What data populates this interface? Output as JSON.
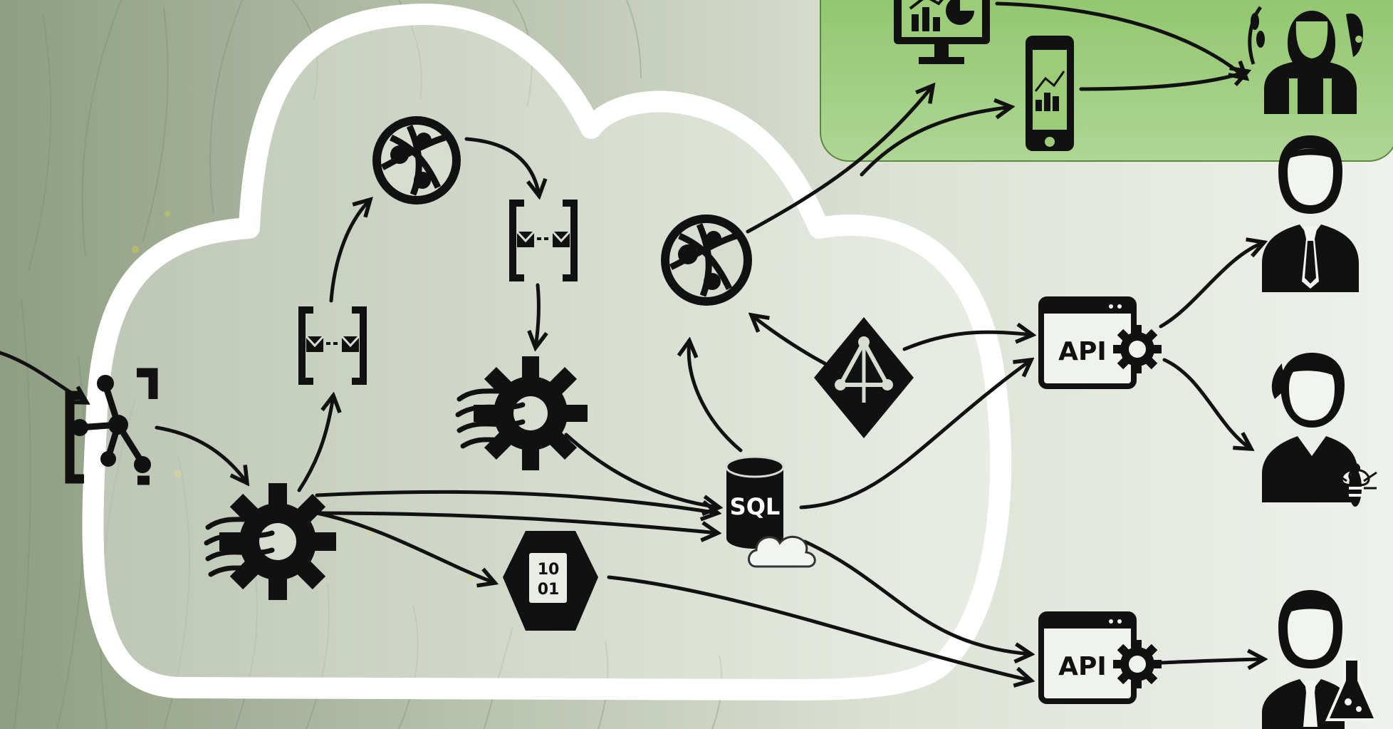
{
  "colors": {
    "ink": "#111111",
    "cloud_outline": "#ffffff",
    "panel_green": "#9ccc7a",
    "grass_dark": "#8f9e82",
    "grass_light": "#eef1ec",
    "seed_yellow": "#c8c35a"
  },
  "labels": {
    "sql": "SQL",
    "api_top": "API",
    "api_bottom": "API",
    "binary_line1": "10",
    "binary_line2": "01"
  },
  "icons": [
    "iot-hub-icon",
    "stream-analytics-icon",
    "service-bus-icon",
    "web-app-icon",
    "sql-database-icon",
    "cloud-icon",
    "active-directory-icon",
    "blob-storage-icon",
    "api-management-icon",
    "dashboard-monitor-icon",
    "smartphone-icon",
    "farmer-icon",
    "businessman-icon",
    "beekeeper-icon",
    "scientist-icon"
  ]
}
